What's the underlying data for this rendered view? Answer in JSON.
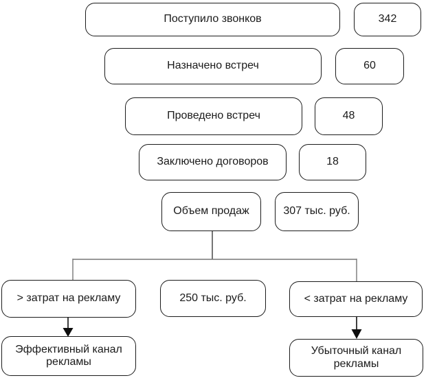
{
  "diagram": {
    "funnel": [
      {
        "label": "Поступило звонков",
        "value": "342"
      },
      {
        "label": "Назначено встреч",
        "value": "60"
      },
      {
        "label": "Проведено встреч",
        "value": "48"
      },
      {
        "label": "Заключено договоров",
        "value": "18"
      },
      {
        "label": "Объем продаж",
        "value": "307 тыс. руб."
      }
    ],
    "branch": {
      "left_condition": "> затрат на рекламу",
      "threshold": "250 тыс. руб.",
      "right_condition": "< затрат на рекламу",
      "left_outcome": "Эффективный канал рекламы",
      "right_outcome": "Убыточный канал рекламы"
    },
    "colors": {
      "background": "#ffffff",
      "box_border": "#1a1a1a",
      "text": "#1a1a1a",
      "connector": "#777777",
      "arrow": "#0d0d0d"
    }
  }
}
